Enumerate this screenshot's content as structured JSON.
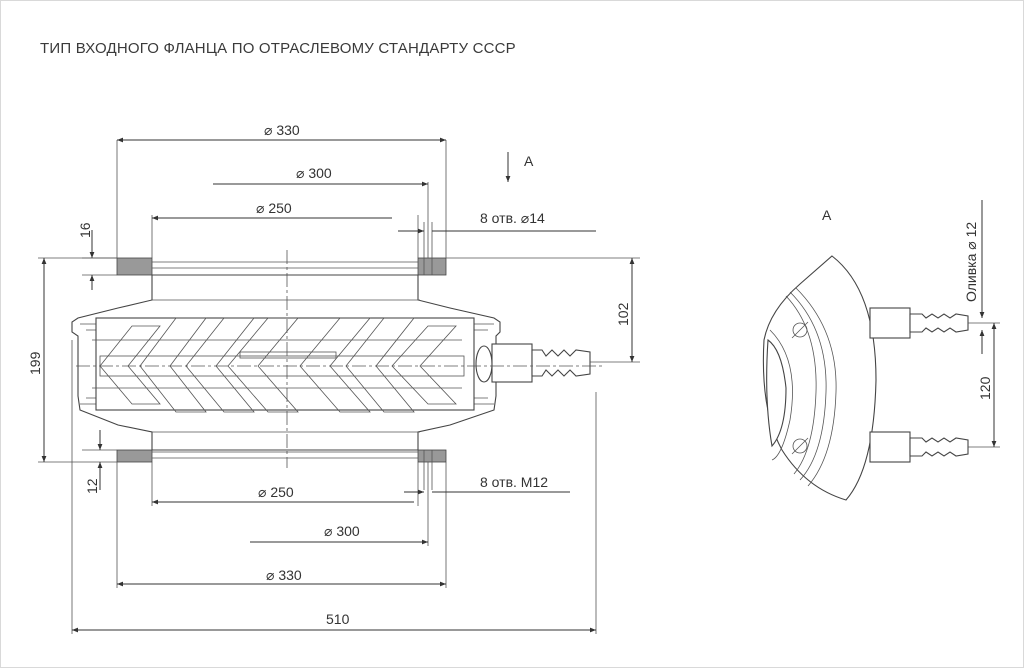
{
  "title": "ТИП ВХОДНОГО ФЛАНЦА ПО ОТРАСЛЕВОМУ СТАНДАРТУ СССР",
  "view_label": "А",
  "view_title": "А",
  "dims": {
    "top_d330": "⌀ 330",
    "top_d300": "⌀ 300",
    "top_d250": "⌀ 250",
    "top_holes": "8 отв. ⌀14",
    "flange_16": "16",
    "h199": "199",
    "h102": "102",
    "flange_12": "12",
    "bot_d250": "⌀ 250",
    "bot_holes": "8 отв. М12",
    "bot_d300": "⌀ 300",
    "bot_d330": "⌀ 330",
    "len510": "510",
    "spacing120": "120",
    "nipple": "Оливка ⌀ 12"
  }
}
